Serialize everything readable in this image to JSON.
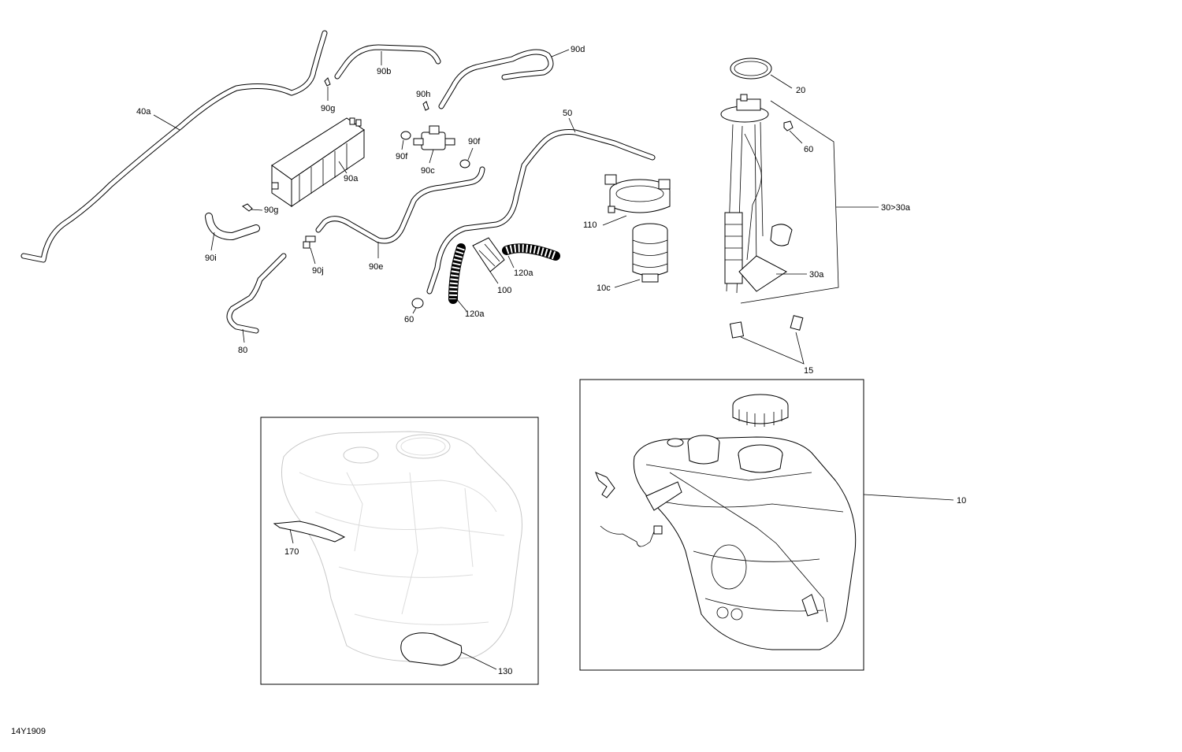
{
  "diagram_id": "14Y1909",
  "callouts": {
    "c40a": "40a",
    "c90b": "90b",
    "c90d": "90d",
    "c90g_top": "90g",
    "c90h": "90h",
    "c90a": "90a",
    "c90f_left": "90f",
    "c90c": "90c",
    "c90f_right": "90f",
    "c50": "50",
    "c20": "20",
    "c60_top": "60",
    "c30_30a": "30>30a",
    "c90g_bottom": "90g",
    "c110": "110",
    "c90i": "90i",
    "c90j": "90j",
    "c90e": "90e",
    "c120a_right": "120a",
    "c100": "100",
    "c10c": "10c",
    "c30a": "30a",
    "c60_bottom": "60",
    "c120a_bottom": "120a",
    "c80": "80",
    "c15": "15",
    "c10": "10",
    "c170": "170",
    "c130": "130"
  }
}
